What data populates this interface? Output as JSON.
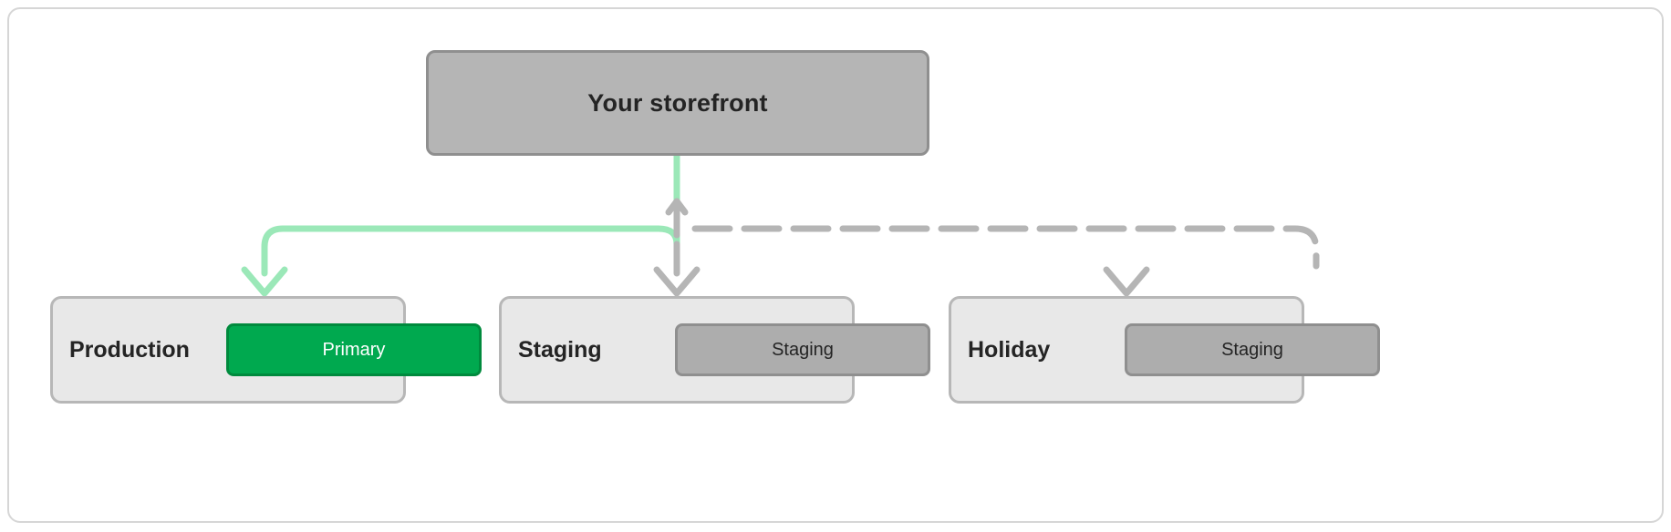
{
  "diagram": {
    "type": "flow",
    "root": {
      "label": "Your storefront"
    },
    "environments": [
      {
        "id": "production",
        "name": "Production",
        "badge": "Primary",
        "badge_kind": "primary",
        "connector": "solid-green"
      },
      {
        "id": "staging",
        "name": "Staging",
        "badge": "Staging",
        "badge_kind": "staging",
        "connector": "dashed-gray"
      },
      {
        "id": "holiday",
        "name": "Holiday",
        "badge": "Staging",
        "badge_kind": "staging",
        "connector": "dashed-gray"
      }
    ],
    "colors": {
      "primary_badge_fill": "#00a94f",
      "primary_badge_border": "#008a3d",
      "staging_badge_fill": "#adadad",
      "staging_badge_border": "#8f8f8f",
      "node_fill": "#e8e8e8",
      "node_border": "#b7b7b7",
      "root_fill": "#b5b5b5",
      "root_border": "#8f8f8f",
      "active_connector": "#9be8b8",
      "inactive_connector": "#b5b5b5",
      "panel_border": "#d6d6d6",
      "text": "#242424"
    }
  }
}
